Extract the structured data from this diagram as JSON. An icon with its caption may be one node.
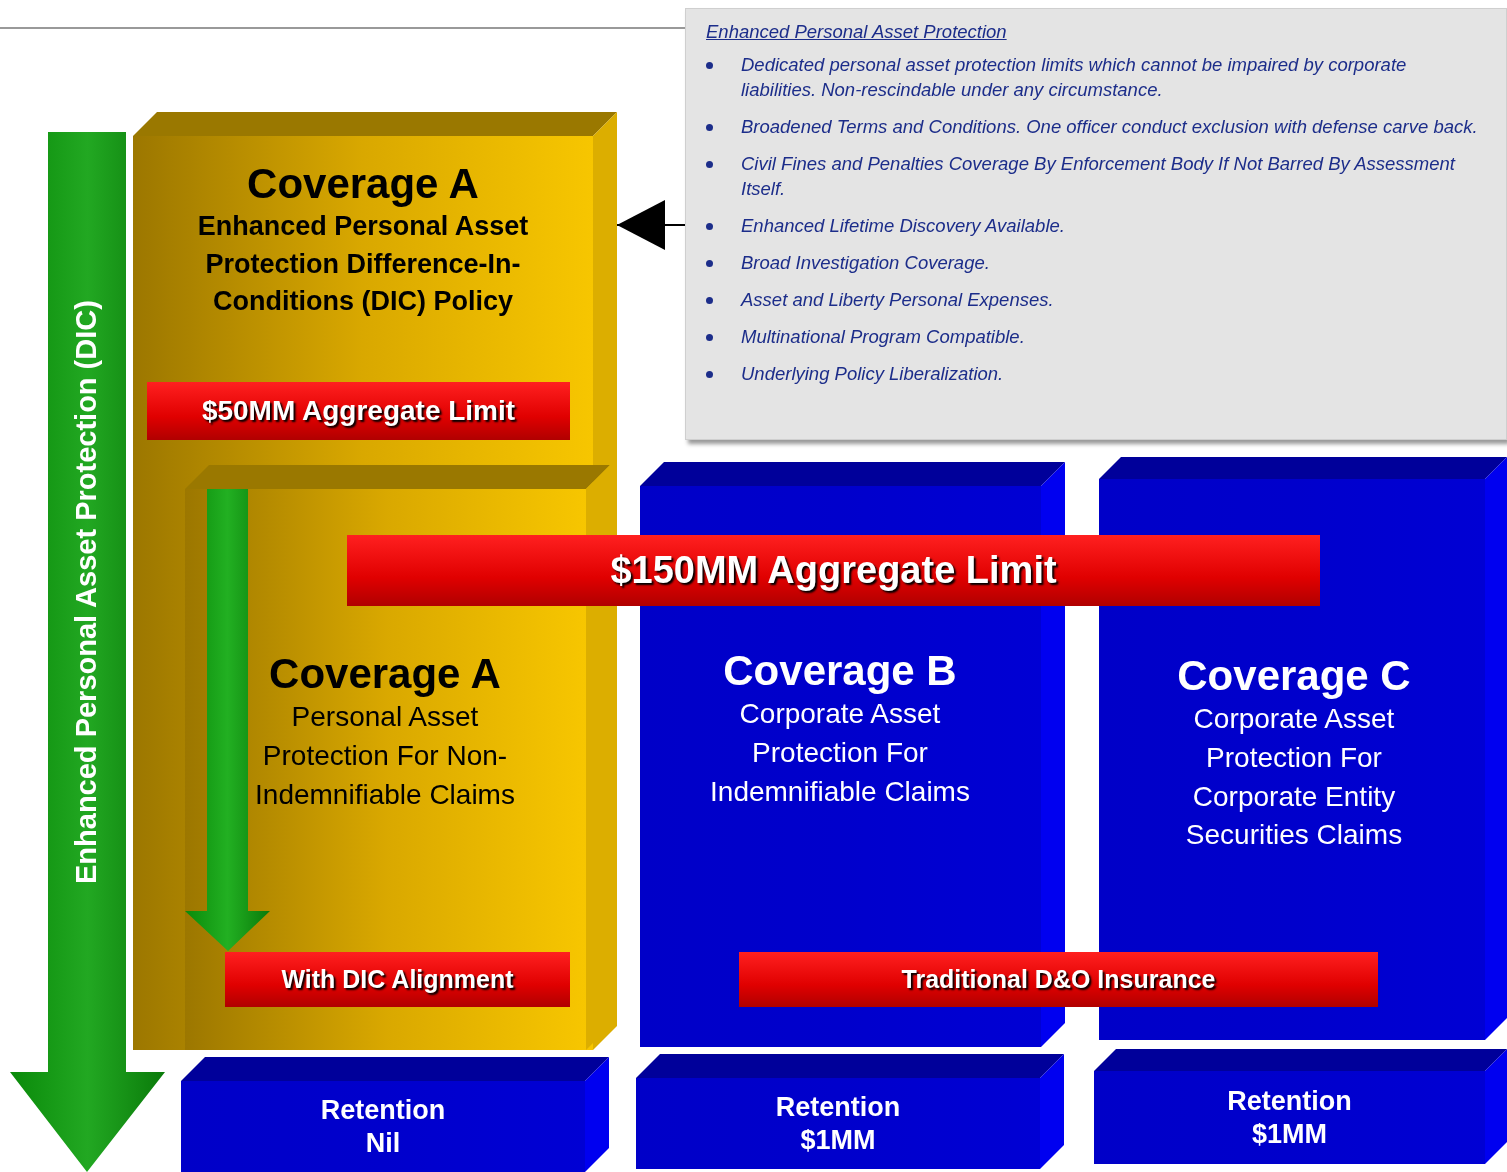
{
  "diagram": {
    "nodes": [
      {
        "text": [
          "Coverage A",
          "Enhanced Personal Asset Protection Difference-In-Conditions (DIC) Policy"
        ]
      },
      {
        "text": [
          "$50MM Aggregate Limit"
        ],
        "in": 0
      },
      {
        "text": [
          "Coverage A",
          "Personal Asset Protection For Non-Indemnifiable Claims"
        ],
        "in": 0
      },
      {
        "text": [
          "With DIC Alignment"
        ],
        "in": 2
      },
      {
        "text": [
          "Coverage B",
          "Corporate Asset Protection For Indemnifiable Claims"
        ]
      },
      {
        "text": [
          "Coverage C",
          "Corporate Asset Protection For Corporate Entity Securities Claims"
        ]
      },
      {
        "text": [
          "$150MM Aggregate Limit"
        ]
      },
      {
        "text": [
          "Traditional D&O Insurance"
        ]
      },
      {
        "text": [
          "Retention Nil"
        ]
      },
      {
        "text": [
          "Retention $1MM"
        ]
      },
      {
        "text": [
          "Retention $1MM"
        ]
      },
      {
        "text": [
          "Enhanced Personal Asset Protection",
          "Dedicated personal asset protection limits which cannot be impaired by corporate liabilities. Non-rescindable under any circumstance.",
          "Broadened Terms and Conditions. One officer conduct exclusion with defense carve back.",
          "Civil Fines and Penalties Coverage By Enforcement Body If Not Barred By Assessment Itself.",
          "Enhanced Lifetime Discovery Available.",
          "Broad Investigation Coverage.",
          "Asset and Liberty Personal Expenses.",
          "Multinational Program Compatible.",
          "Underlying Policy Liberalization."
        ]
      },
      {
        "text": [
          "Enhanced Personal Asset Protection (DIC)"
        ]
      }
    ],
    "edges": [
      {
        "from": 11,
        "to": 0,
        "arrow": "to"
      }
    ]
  }
}
